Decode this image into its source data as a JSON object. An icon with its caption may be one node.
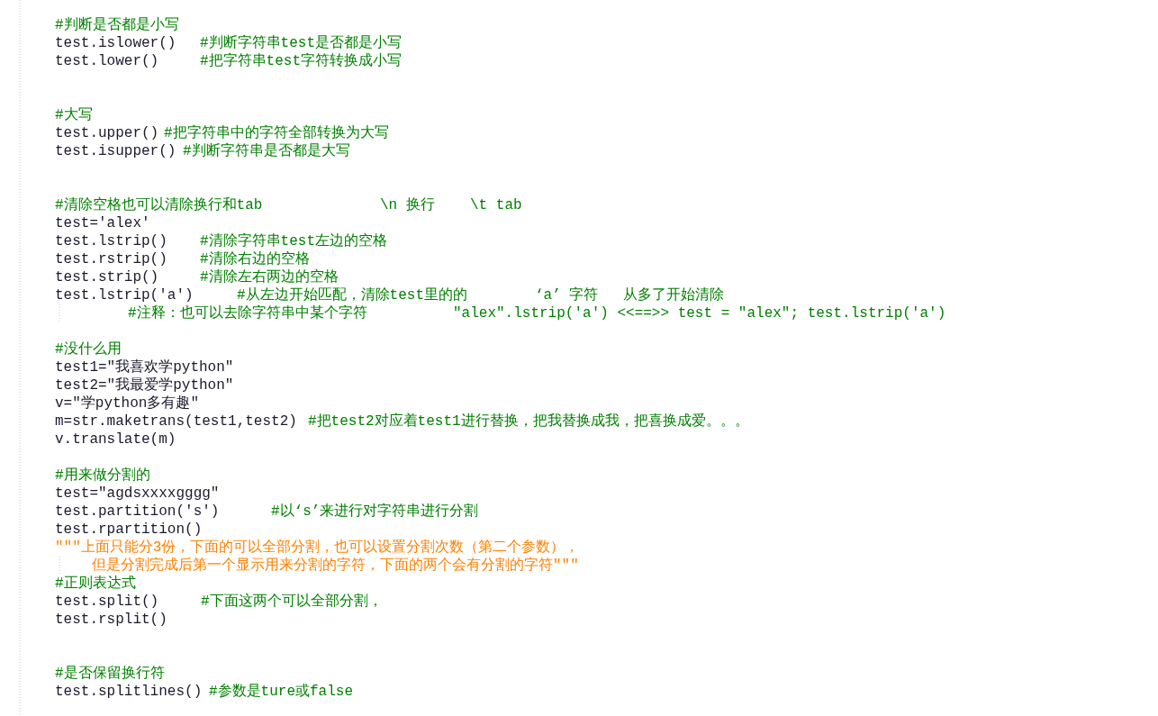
{
  "diagram": {
    "labels": [
      "#判断是否都是小写",
      "test.islower()",
      "#判断字符串test是否都是小写",
      "test.lower()",
      "#把字符串test字符转换成小写",
      "#大写",
      "test.upper()",
      "#把字符串中的字符全部转换为大写",
      "test.isupper()",
      "#判断字符串是否都是大写",
      "#清除空格也可以清除换行和tab",
      "\\n 换行",
      "\\t tab",
      "test='alex'",
      "test.lstrip()",
      "#清除字符串test左边的空格",
      "test.rstrip()",
      "#清除右边的空格",
      "test.strip()",
      "#清除左右两边的空格",
      "test.lstrip('a')",
      "#从左边开始匹配，清除test里的的",
      "‘a’ 字符",
      "从多了开始清除",
      "#注释：也可以去除字符串中某个字符",
      "\"alex\".lstrip('a') <<==>> test = \"alex\"; test.lstrip('a')",
      "#没什么用",
      "test1=\"我喜欢学python\"",
      "test2=\"我最爱学python\"",
      "v=\"学python多有趣\"",
      "m=str.maketrans(test1,test2)",
      "#把test2对应着test1进行替换，把我替换成我，把喜换成爱。。。",
      "v.translate(m)",
      "#用来做分割的",
      "test=\"agdsxxxxgggg\"",
      "test.partition('s')",
      "#以‘s’来进行对字符串进行分割",
      "test.rpartition()",
      "\"\"\"上面只能分3份，下面的可以全部分割，也可以设置分割次数（第二个参数），",
      "但是分割完成后第一个显示用来分割的字符，下面的两个会有分割的字符\"\"\"",
      "#正则表达式",
      "test.split()",
      "#下面这两个可以全部分割，",
      "test.rsplit()",
      "#是否保留换行符",
      "test.splitlines()",
      "#参数是ture或false"
    ]
  }
}
